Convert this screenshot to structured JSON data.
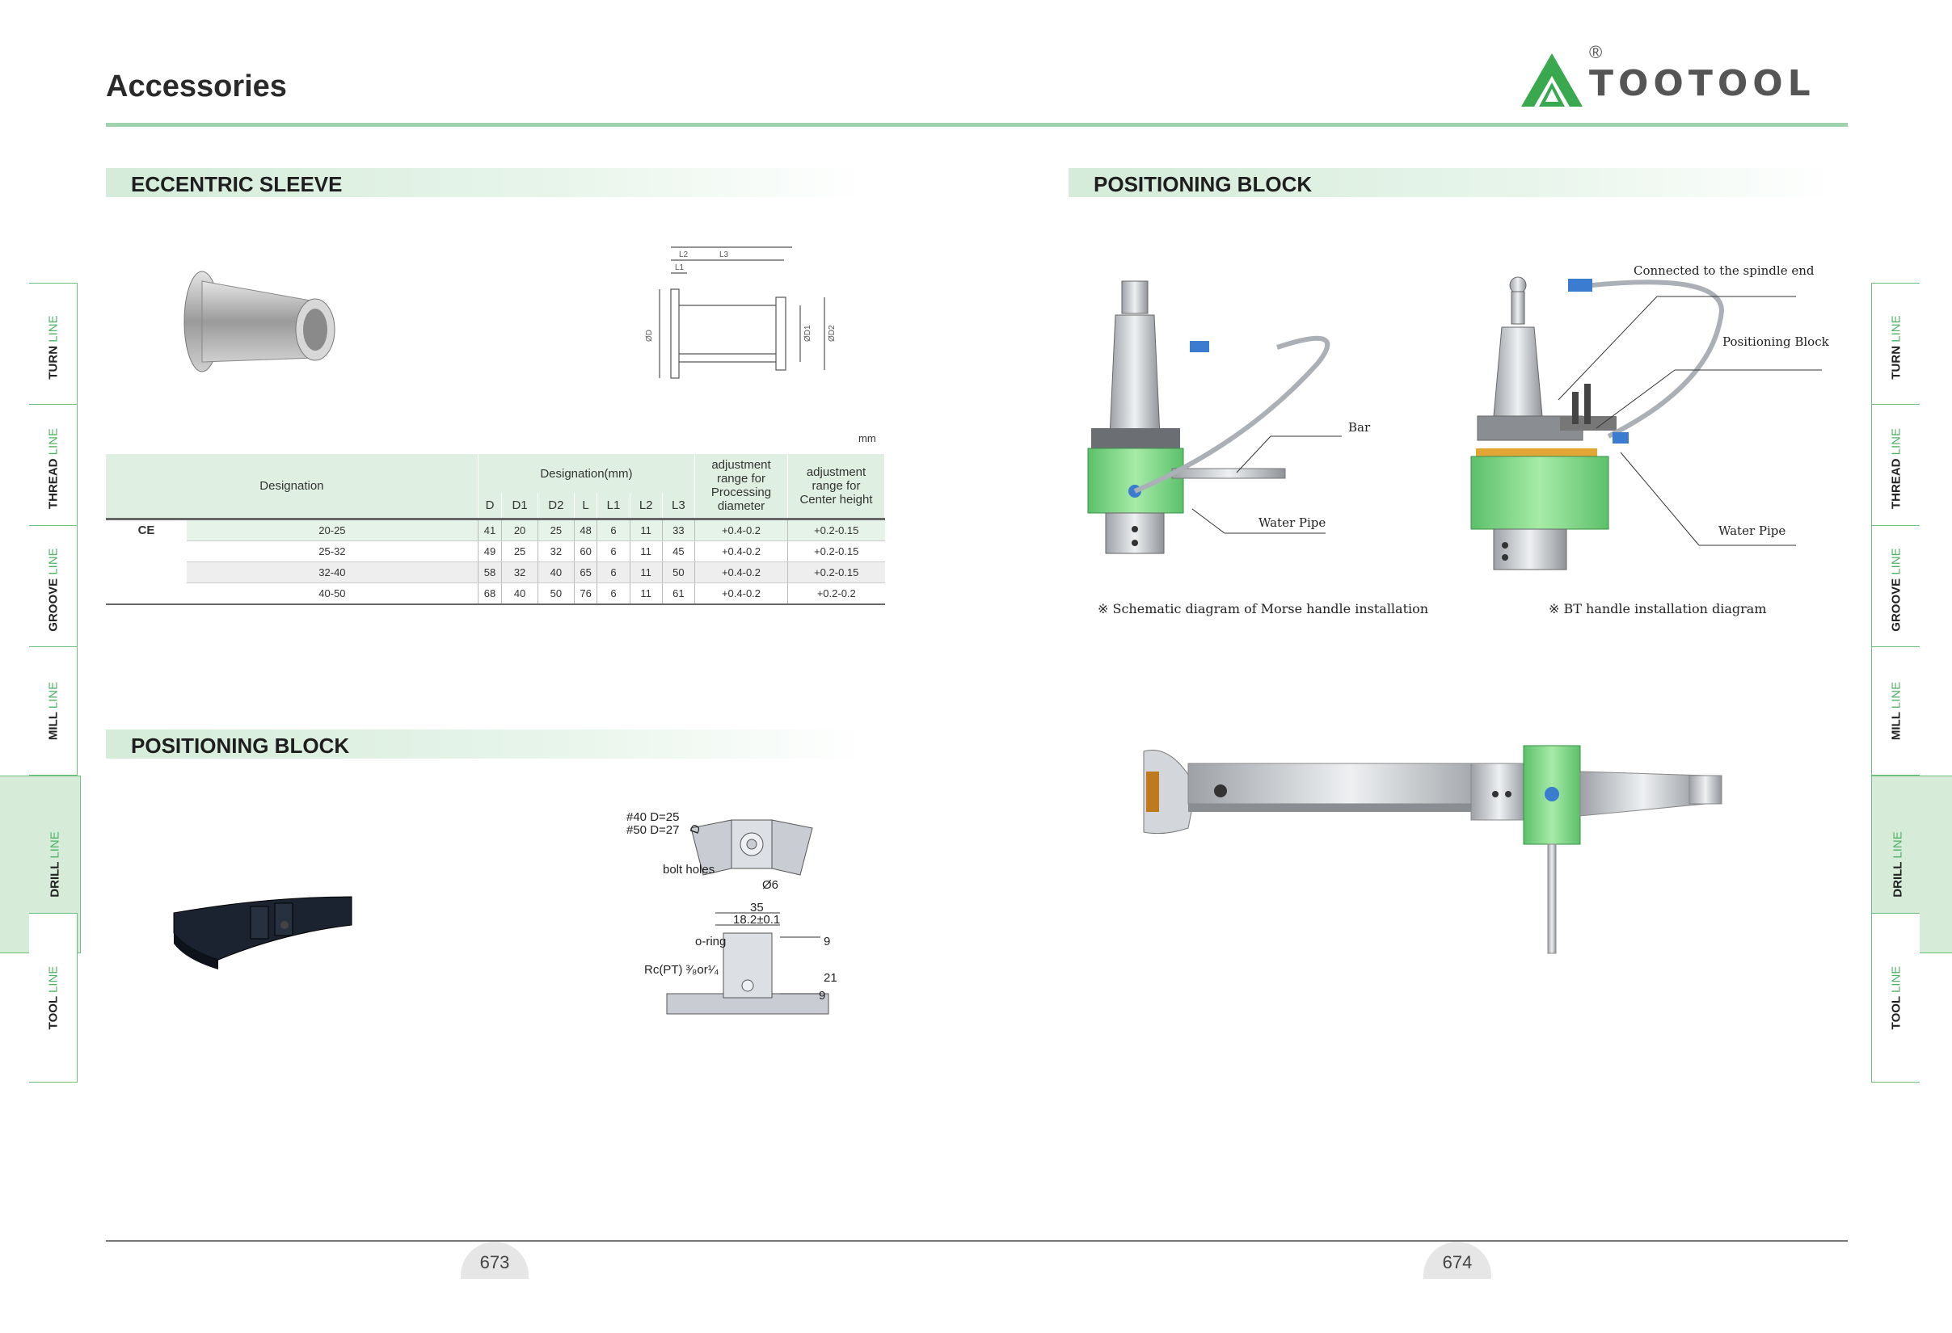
{
  "header": {
    "title": "Accessories",
    "brand": "TOOTOOL",
    "registered_mark": "®"
  },
  "sections": {
    "eccentric_sleeve": "ECCENTRIC SLEEVE",
    "positioning_block_left": "POSITIONING BLOCK",
    "positioning_block_right": "POSITIONING BLOCK"
  },
  "side_tabs": [
    {
      "bold": "TURN",
      "light": "LINE"
    },
    {
      "bold": "THREAD",
      "light": "LINE"
    },
    {
      "bold": "GROOVE",
      "light": "LINE"
    },
    {
      "bold": "MILL",
      "light": "LINE"
    },
    {
      "bold": "DRILL",
      "light": "LINE",
      "active": true
    },
    {
      "bold": "TOOL",
      "light": "LINE"
    }
  ],
  "sleeve_drawing": {
    "labels": [
      "L2",
      "L3",
      "L1",
      "ØD",
      "ØD1",
      "ØD2"
    ]
  },
  "table": {
    "unit": "mm",
    "headers": {
      "designation": "Designation",
      "designation_mm": "Designation(mm)",
      "adj_proc_1": "adjustment",
      "adj_proc_2": "range for",
      "adj_proc_3": "Processing",
      "adj_proc_4": "diameter",
      "adj_center_1": "adjustment",
      "adj_center_2": "range for",
      "adj_center_3": "Center height",
      "cols": [
        "D",
        "D1",
        "D2",
        "L",
        "L1",
        "L2",
        "L3"
      ]
    },
    "group": "CE",
    "rows": [
      {
        "size": "20-25",
        "D": "41",
        "D1": "20",
        "D2": "25",
        "L": "48",
        "L1": "6",
        "L2": "11",
        "L3": "33",
        "proc": "+0.4-0.2",
        "center": "+0.2-0.15"
      },
      {
        "size": "25-32",
        "D": "49",
        "D1": "25",
        "D2": "32",
        "L": "60",
        "L1": "6",
        "L2": "11",
        "L3": "45",
        "proc": "+0.4-0.2",
        "center": "+0.2-0.15"
      },
      {
        "size": "32-40",
        "D": "58",
        "D1": "32",
        "D2": "40",
        "L": "65",
        "L1": "6",
        "L2": "11",
        "L3": "50",
        "proc": "+0.4-0.2",
        "center": "+0.2-0.15"
      },
      {
        "size": "40-50",
        "D": "68",
        "D1": "40",
        "D2": "50",
        "L": "76",
        "L1": "6",
        "L2": "11",
        "L3": "61",
        "proc": "+0.4-0.2",
        "center": "+0.2-0.2"
      }
    ]
  },
  "block_drawing": {
    "d40": "#40 D=25",
    "d50": "#50 D=27",
    "d_label": "D",
    "bolt_holes": "bolt holes",
    "phi6": "Ø6",
    "dim35": "35",
    "dim18": "18.2±0.1",
    "oring": "o-ring",
    "rc": "Rc(PT) ³⁄₈or¹⁄₄",
    "dim9a": "9",
    "dim21": "21",
    "dim9b": "9"
  },
  "install_diagrams": {
    "bar": "Bar",
    "water_pipe_left": "Water Pipe",
    "connected": "Connected to the spindle end",
    "positioning_block": "Positioning Block",
    "water_pipe_right": "Water Pipe",
    "caption_morse": "※ Schematic diagram of Morse handle installation",
    "caption_bt": "※ BT handle installation diagram"
  },
  "footer": {
    "page_left": "673",
    "page_right": "674"
  },
  "colors": {
    "accent_green": "#4fb164",
    "light_green": "#d4ecd9",
    "block_green": "#7fd88a"
  }
}
